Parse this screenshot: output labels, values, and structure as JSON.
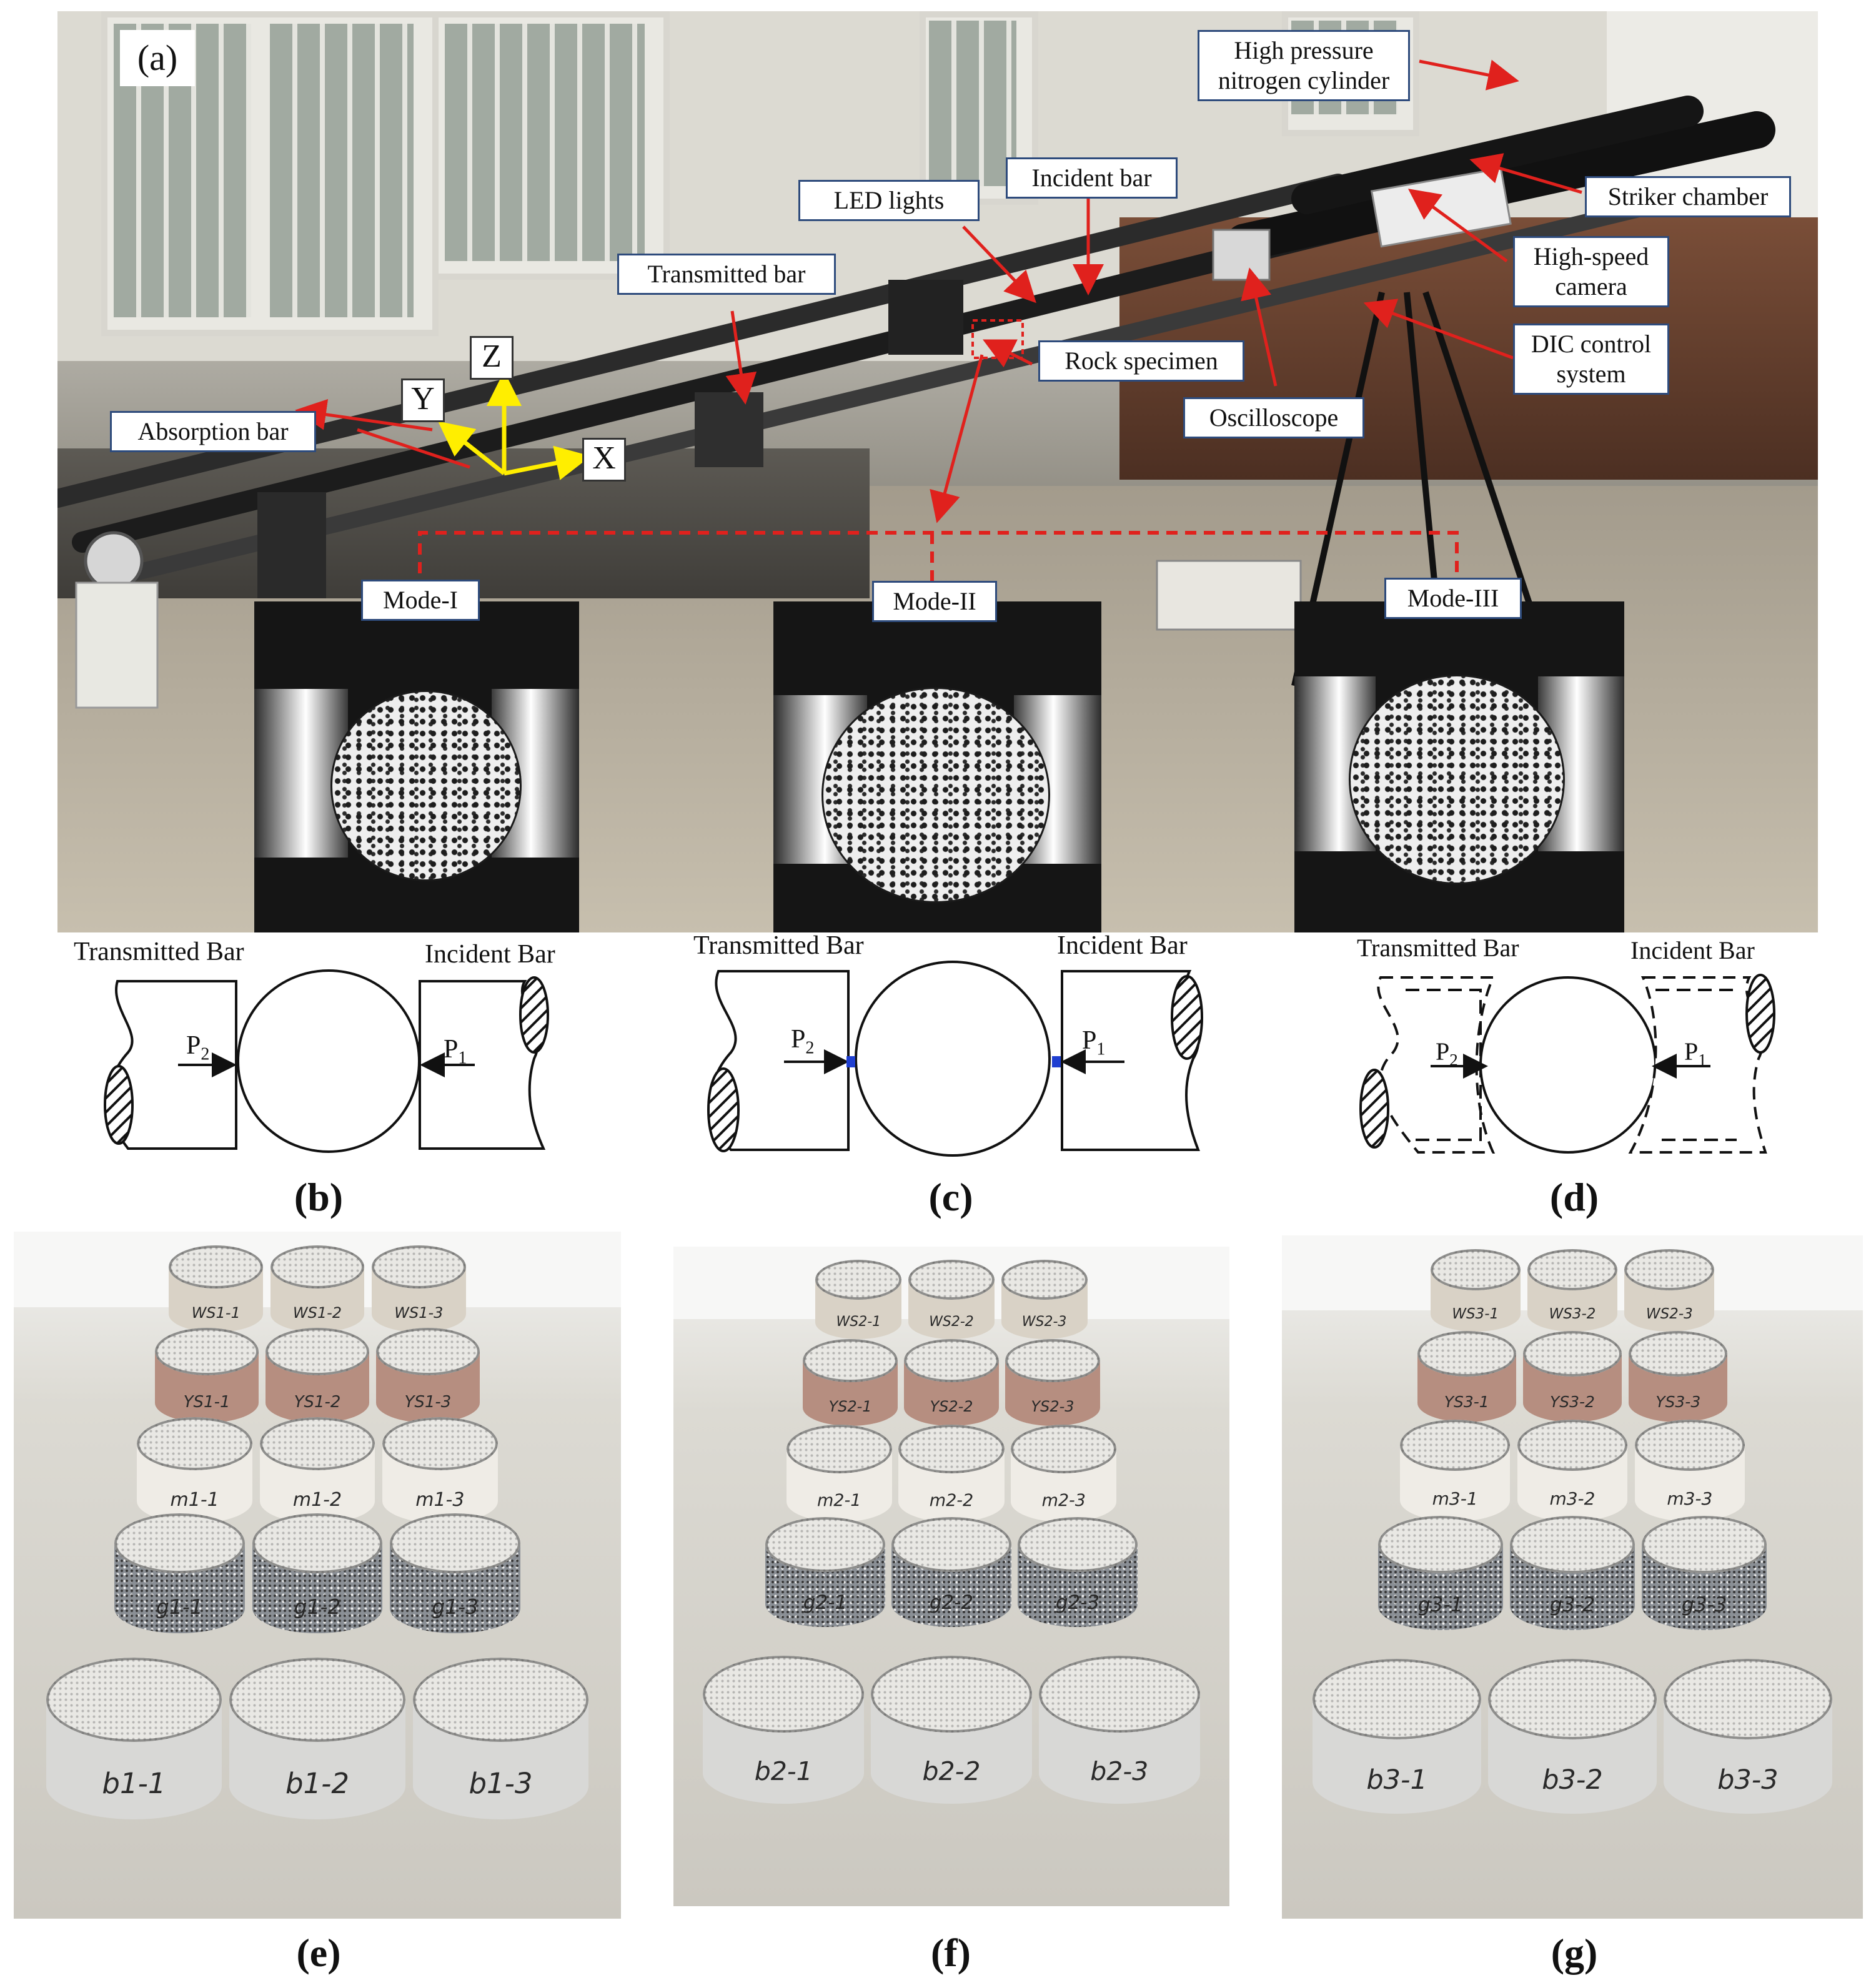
{
  "panel_a": {
    "letter": "(a)",
    "callouts": {
      "nitrogen": "High pressure nitrogen cylinder",
      "striker": "Striker chamber",
      "camera": "High-speed camera",
      "dic": "DIC control system",
      "incident": "Incident bar",
      "led": "LED lights",
      "transmitted": "Transmitted bar",
      "rock": "Rock specimen",
      "oscilloscope": "Oscilloscope",
      "absorption": "Absorption bar"
    },
    "axes": {
      "x": "X",
      "y": "Y",
      "z": "Z"
    },
    "modes": [
      "Mode-I",
      "Mode-II",
      "Mode-III"
    ]
  },
  "diagrams": {
    "transmitted_label": "Transmitted Bar",
    "incident_label": "Incident Bar",
    "p2": "P",
    "p2_sub": "2",
    "p1": "P",
    "p1_sub": "1",
    "letters": [
      "(b)",
      "(c)",
      "(d)"
    ]
  },
  "specimens": {
    "letters": [
      "(e)",
      "(f)",
      "(g)"
    ],
    "sets": [
      {
        "rows": [
          [
            "WS1-1",
            "WS1-2",
            "WS1-3"
          ],
          [
            "YS1-1",
            "YS1-2",
            "YS1-3"
          ],
          [
            "m1-1",
            "m1-2",
            "m1-3"
          ],
          [
            "g1-1",
            "g1-2",
            "g1-3"
          ],
          [
            "b1-1",
            "b1-2",
            "b1-3"
          ]
        ]
      },
      {
        "rows": [
          [
            "WS2-1",
            "WS2-2",
            "WS2-3"
          ],
          [
            "YS2-1",
            "YS2-2",
            "YS2-3"
          ],
          [
            "m2-1",
            "m2-2",
            "m2-3"
          ],
          [
            "g2-1",
            "g2-2",
            "g2-3"
          ],
          [
            "b2-1",
            "b2-2",
            "b2-3"
          ]
        ]
      },
      {
        "rows": [
          [
            "WS3-1",
            "WS3-2",
            "WS2-3"
          ],
          [
            "YS3-1",
            "YS3-2",
            "YS3-3"
          ],
          [
            "m3-1",
            "m3-2",
            "m3-3"
          ],
          [
            "g3-1",
            "g3-2",
            "g3-3"
          ],
          [
            "b3-1",
            "b3-2",
            "b3-3"
          ]
        ]
      }
    ],
    "row_colors": [
      "#d9d2c6",
      "#b68e80",
      "#efece6",
      "#8a8f95",
      "#d8d8d6"
    ]
  },
  "colors": {
    "callout_border": "#2e4b7c",
    "arrow": "#e0211d",
    "axis": "#ffee00",
    "dash": "#e0211d",
    "contact": "#1f3fd1"
  }
}
